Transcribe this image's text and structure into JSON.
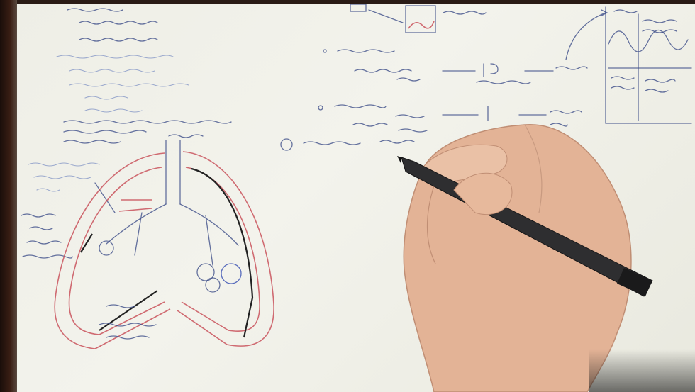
{
  "scene": {
    "description_free": true,
    "colors": {
      "paper": "#f1f1ea",
      "ink": "#3f4f8a",
      "pleura": "#c9525c",
      "skin": "#e7b99c",
      "pen": "#2b2b2d"
    },
    "icons": [
      "lung-diagram",
      "pressure-wave-graph",
      "hand",
      "pen"
    ]
  }
}
